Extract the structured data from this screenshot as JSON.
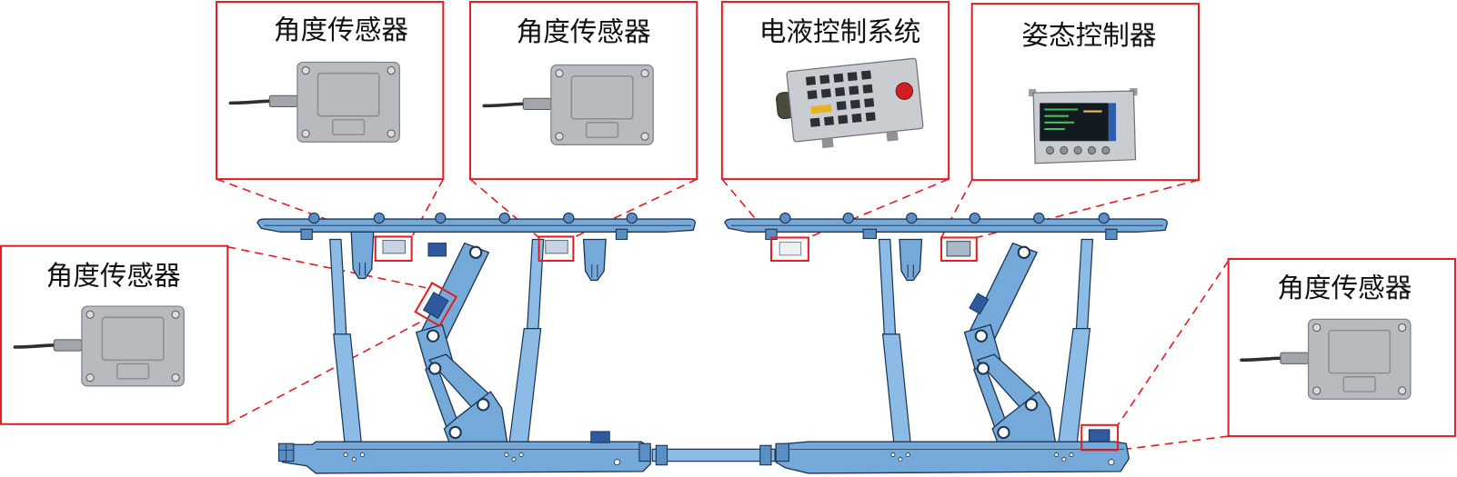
{
  "callouts": {
    "top_1": {
      "label": "角度传感器"
    },
    "top_2": {
      "label": "角度传感器"
    },
    "top_3": {
      "label": "电液控制系统"
    },
    "top_4": {
      "label": "姿态控制器"
    },
    "left": {
      "label": "角度传感器"
    },
    "right": {
      "label": "角度传感器"
    }
  },
  "colors": {
    "callout": "#e31e24",
    "structure": "#74a9d9",
    "outline": "#1d3553",
    "sensor_dark": "#2f5b9e"
  },
  "icons": {
    "angle_sensor": "angle-sensor-photo",
    "electro_hydraulic_controller": "electro-hydraulic-controller-photo",
    "attitude_controller": "attitude-controller-photo"
  }
}
